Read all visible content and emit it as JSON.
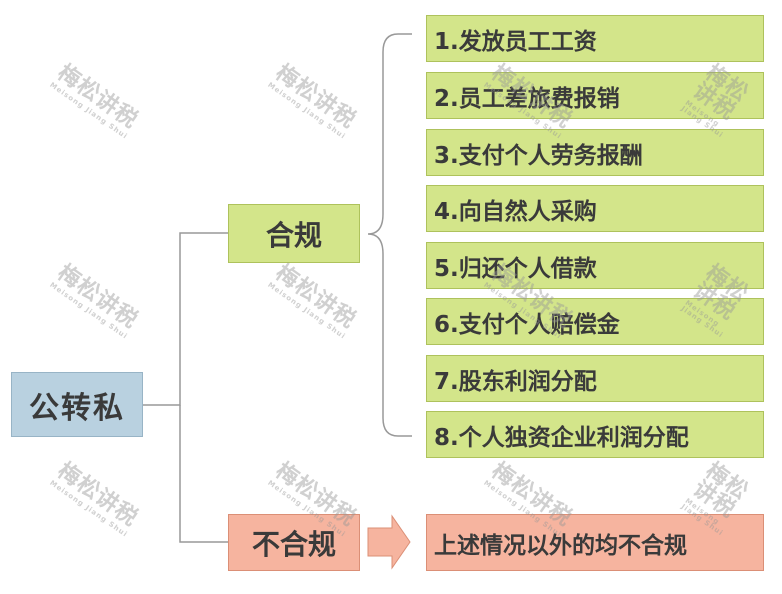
{
  "root": {
    "label": "公转私"
  },
  "compliant": {
    "label": "合规",
    "items": [
      "1.发放员工工资",
      "2.员工差旅费报销",
      "3.支付个人劳务报酬",
      "4.向自然人采购",
      "5.归还个人借款",
      "6.支付个人赔偿金",
      "7.股东利润分配",
      "8.个人独资企业利润分配"
    ]
  },
  "noncompliant": {
    "label": "不合规",
    "item": "上述情况以外的均不合规"
  },
  "watermark": {
    "text": "梅松讲税",
    "subtext": "Meisong Jiang Shui"
  },
  "colors": {
    "root_fill": "#b9d1e0",
    "compliant_fill": "#d3e58a",
    "noncompliant_fill": "#f6b49f",
    "connector": "#999999"
  }
}
